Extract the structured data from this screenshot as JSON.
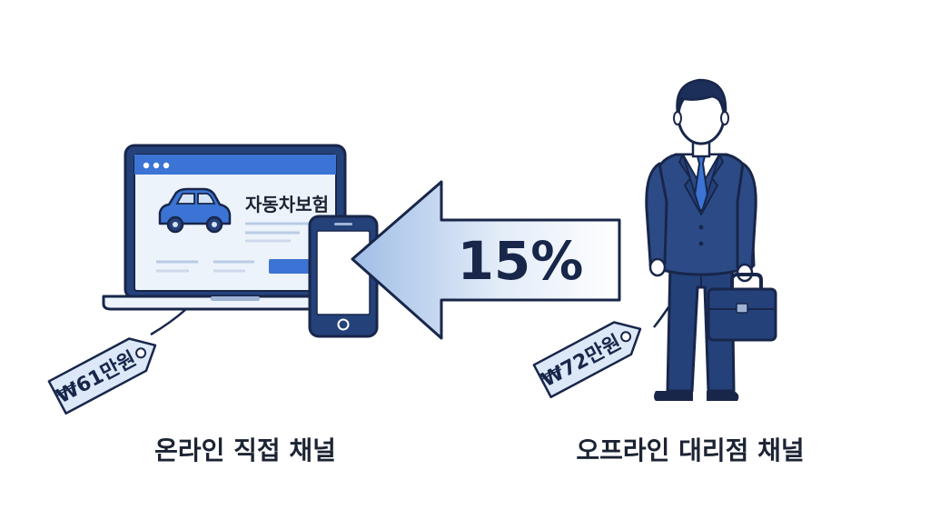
{
  "colors": {
    "navy": "#1f3a6e",
    "outline": "#18264a",
    "blue": "#2f6fd6",
    "light_blue": "#dce8f7",
    "skin": "#ffffff",
    "text": "#1c2433"
  },
  "online": {
    "screen_title": "자동차보험",
    "price_tag": "₩61만원",
    "caption": "온라인 직접 채널",
    "icons": [
      "laptop-icon",
      "car-icon",
      "smartphone-icon",
      "price-tag-icon"
    ]
  },
  "offline": {
    "price_tag": "₩72만원",
    "caption": "오프라인 대리점 채널",
    "icons": [
      "agent-person-icon",
      "briefcase-icon",
      "price-tag-icon"
    ]
  },
  "comparison": {
    "percent_label": "15%",
    "direction": "offline-to-online"
  }
}
